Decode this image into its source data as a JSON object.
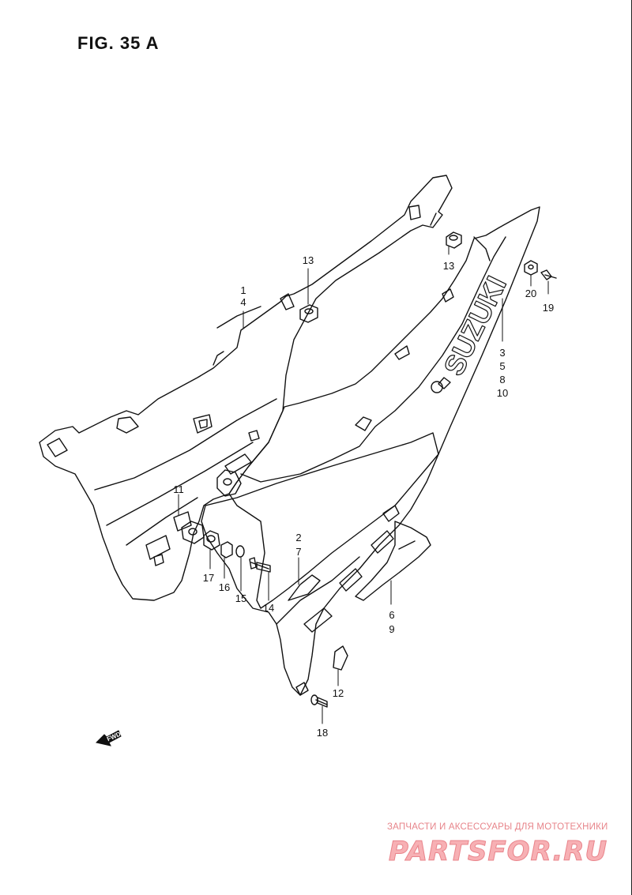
{
  "figure": {
    "title": "FIG. 35 A"
  },
  "badge": {
    "brand": "SUZUKI",
    "direction": "FWD"
  },
  "callouts": [
    {
      "id": "c-1-4",
      "lines": [
        "1",
        "4"
      ]
    },
    {
      "id": "c-13a",
      "lines": [
        "13"
      ]
    },
    {
      "id": "c-13b",
      "lines": [
        "13"
      ]
    },
    {
      "id": "c-20",
      "lines": [
        "20"
      ]
    },
    {
      "id": "c-19",
      "lines": [
        "19"
      ]
    },
    {
      "id": "c-3-5-8-10",
      "lines": [
        "3",
        "5",
        "8",
        "10"
      ]
    },
    {
      "id": "c-11",
      "lines": [
        "11"
      ]
    },
    {
      "id": "c-2-7",
      "lines": [
        "2",
        "7"
      ]
    },
    {
      "id": "c-17",
      "lines": [
        "17"
      ]
    },
    {
      "id": "c-16",
      "lines": [
        "16"
      ]
    },
    {
      "id": "c-15",
      "lines": [
        "15"
      ]
    },
    {
      "id": "c-14",
      "lines": [
        "14"
      ]
    },
    {
      "id": "c-6-9",
      "lines": [
        "6",
        "9"
      ]
    },
    {
      "id": "c-12",
      "lines": [
        "12"
      ]
    },
    {
      "id": "c-18",
      "lines": [
        "18"
      ]
    }
  ],
  "watermark": {
    "caption": "ЗАПЧАСТИ И АКСЕССУАРЫ ДЛЯ МОТОТЕХНИКИ",
    "logo": "PARTSFOR.RU",
    "color": "#e7848a"
  }
}
